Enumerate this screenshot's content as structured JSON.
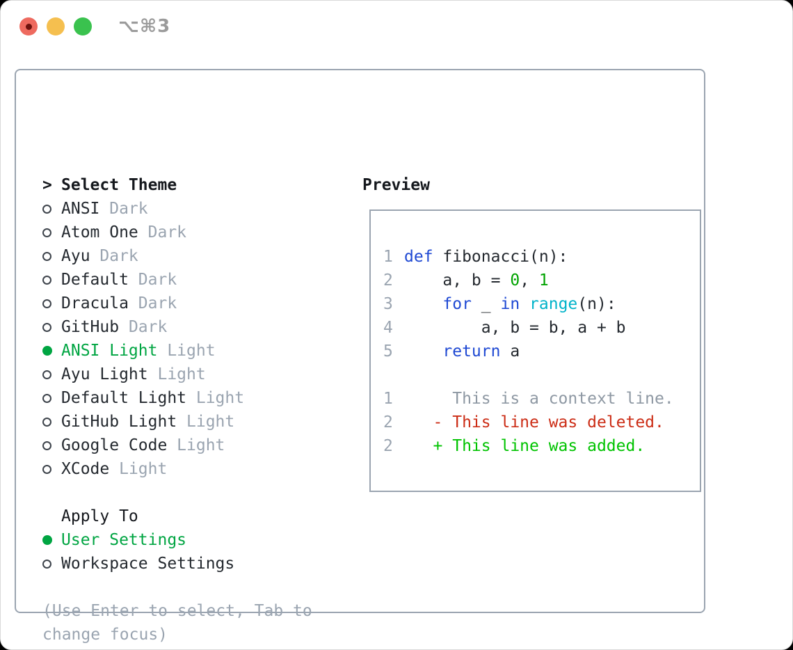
{
  "window": {
    "title": "⌥⌘3",
    "traffic_lights": [
      "close",
      "minimize",
      "zoom"
    ]
  },
  "colors": {
    "text": "#24292f",
    "gray": "#9aa4b0",
    "selected_green": "#00a542",
    "keyword": "#1f49d3",
    "builtin": "#00b3c9",
    "number": "#00a300",
    "context": "#8e98a3",
    "deleted": "#cc2d16",
    "added": "#00c300",
    "panel_border": "#9aa4b0"
  },
  "theme_picker": {
    "header": {
      "prompt": ">",
      "label": "Select Theme"
    },
    "themes": [
      {
        "name": "ANSI",
        "variant": "Dark",
        "selected": false
      },
      {
        "name": "Atom One",
        "variant": "Dark",
        "selected": false
      },
      {
        "name": "Ayu",
        "variant": "Dark",
        "selected": false
      },
      {
        "name": "Default",
        "variant": "Dark",
        "selected": false
      },
      {
        "name": "Dracula",
        "variant": "Dark",
        "selected": false
      },
      {
        "name": "GitHub",
        "variant": "Dark",
        "selected": false
      },
      {
        "name": "ANSI Light",
        "variant": "Light",
        "selected": true
      },
      {
        "name": "Ayu Light",
        "variant": "Light",
        "selected": false
      },
      {
        "name": "Default Light",
        "variant": "Light",
        "selected": false
      },
      {
        "name": "GitHub Light",
        "variant": "Light",
        "selected": false
      },
      {
        "name": "Google Code",
        "variant": "Light",
        "selected": false
      },
      {
        "name": "XCode",
        "variant": "Light",
        "selected": false
      }
    ],
    "apply_to": {
      "label": "Apply To",
      "options": [
        {
          "name": "User Settings",
          "selected": true
        },
        {
          "name": "Workspace Settings",
          "selected": false
        }
      ]
    },
    "hint_lines": [
      "(Use Enter to select, Tab to",
      "change focus)"
    ]
  },
  "preview": {
    "label": "Preview",
    "lines": [
      {
        "num": "1",
        "segments": [
          {
            "text": "def",
            "color": "keyword"
          },
          {
            "text": " fibonacci(n):",
            "color": "text"
          }
        ]
      },
      {
        "num": "2",
        "segments": [
          {
            "text": "    a, b = ",
            "color": "text"
          },
          {
            "text": "0",
            "color": "number"
          },
          {
            "text": ", ",
            "color": "text"
          },
          {
            "text": "1",
            "color": "number"
          }
        ]
      },
      {
        "num": "3",
        "segments": [
          {
            "text": "    ",
            "color": "text"
          },
          {
            "text": "for",
            "color": "keyword"
          },
          {
            "text": " _ ",
            "color": "text"
          },
          {
            "text": "in",
            "color": "keyword"
          },
          {
            "text": " ",
            "color": "text"
          },
          {
            "text": "range",
            "color": "builtin"
          },
          {
            "text": "(n):",
            "color": "text"
          }
        ]
      },
      {
        "num": "4",
        "segments": [
          {
            "text": "        a, b = b, a + b",
            "color": "text"
          }
        ]
      },
      {
        "num": "5",
        "segments": [
          {
            "text": "    ",
            "color": "text"
          },
          {
            "text": "return",
            "color": "keyword"
          },
          {
            "text": " a",
            "color": "text"
          }
        ]
      },
      {
        "num": "",
        "segments": []
      },
      {
        "num": "1",
        "segments": [
          {
            "text": "     This is a context line.",
            "color": "context"
          }
        ]
      },
      {
        "num": "2",
        "segments": [
          {
            "text": "   - This line was deleted.",
            "color": "deleted"
          }
        ]
      },
      {
        "num": "2",
        "segments": [
          {
            "text": "   + This line was added.",
            "color": "added"
          }
        ]
      }
    ]
  }
}
